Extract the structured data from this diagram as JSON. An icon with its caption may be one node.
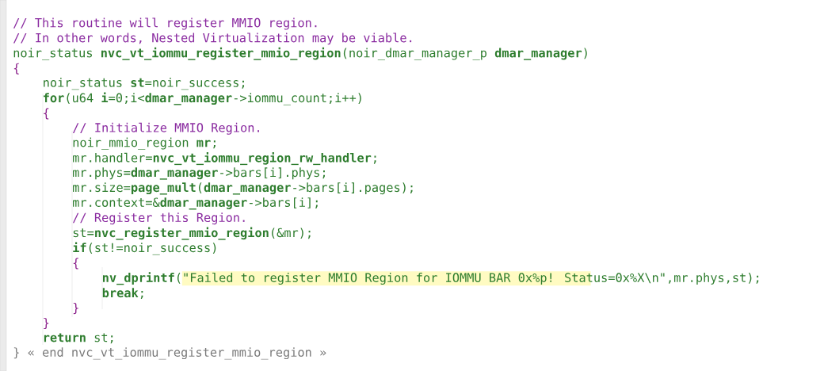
{
  "diagram": {
    "labels": [
      "// This routine will register MMIO region.",
      "// In other words, Nested Virtualization may be viable.",
      "noir_status **nvc_vt_iommu_register_mmio_region**(noir_dmar_manager_p **dmar_manager**)",
      "{",
      "noir_status **st**=noir_success;",
      "**for**(u64 **i**=0;i<**dmar_manager**->iommu_count;i++)",
      "{",
      "// Initialize MMIO Region.",
      "noir_mmio_region **mr**;",
      "mr.handler=**nvc_vt_iommu_region_rw_handler**;",
      "mr.phys=**dmar_manager**->bars[i].phys;",
      "mr.size=**page_mult**(**dmar_manager**->bars[i].pages);",
      "mr.context=&**dmar_manager**->bars[i];",
      "// Register this Region.",
      "st=**nvc_register_mmio_region**(&mr);",
      "**if**(st!=noir_success)",
      "{",
      "**nv_dprintf**(\"Failed to register MMIO Region for IOMMU BAR 0x%p! Status=0x%X\\n\",mr.phys,st);",
      "**break**;",
      "}",
      "}",
      "**return** st;",
      "} « end nvc_vt_iommu_register_mmio_region »"
    ]
  }
}
